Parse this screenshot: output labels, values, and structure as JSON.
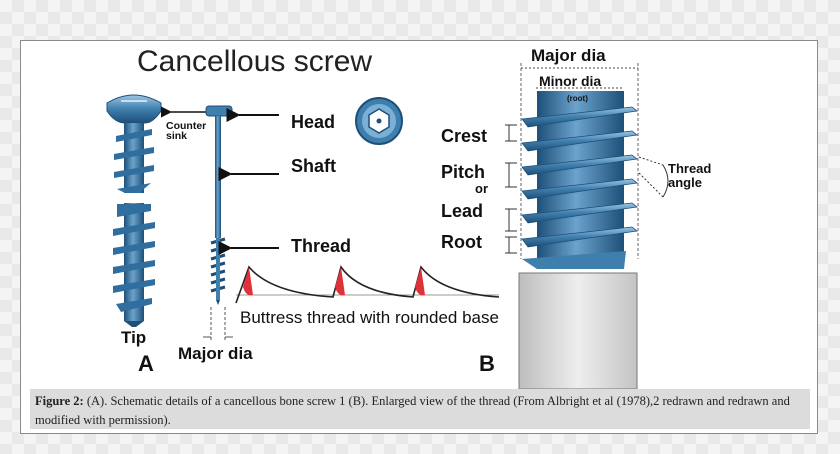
{
  "panel_a": {
    "title": "Cancellous screw",
    "labels": {
      "counter_sink": [
        "Counter",
        "sink"
      ],
      "head": "Head",
      "shaft": "Shaft",
      "thread": "Thread",
      "tip": "Tip",
      "major_dia": "Major dia",
      "buttress": "Buttress thread with rounded base",
      "letter": "A"
    }
  },
  "panel_b": {
    "labels": {
      "major_dia": "Major dia",
      "minor_dia": "Minor dia",
      "root_small": "(root)",
      "crest": "Crest",
      "pitch": "Pitch",
      "or": "or",
      "lead": "Lead",
      "root": "Root",
      "thread_angle": [
        "Thread",
        "angle"
      ],
      "letter": "B"
    }
  },
  "caption": {
    "label": "Figure 2:",
    "text": " (A).   Schematic details of a cancellous bone screw 1 (B).  Enlarged view of the thread (From Albright et al (1978),2 redrawn and redrawn and modified with permission)."
  },
  "colors": {
    "screw_blue": "#3f7fae",
    "screw_dark": "#1e4f78",
    "highlight_red": "#e0303a",
    "shaft_grey": "#d9d9d9"
  }
}
